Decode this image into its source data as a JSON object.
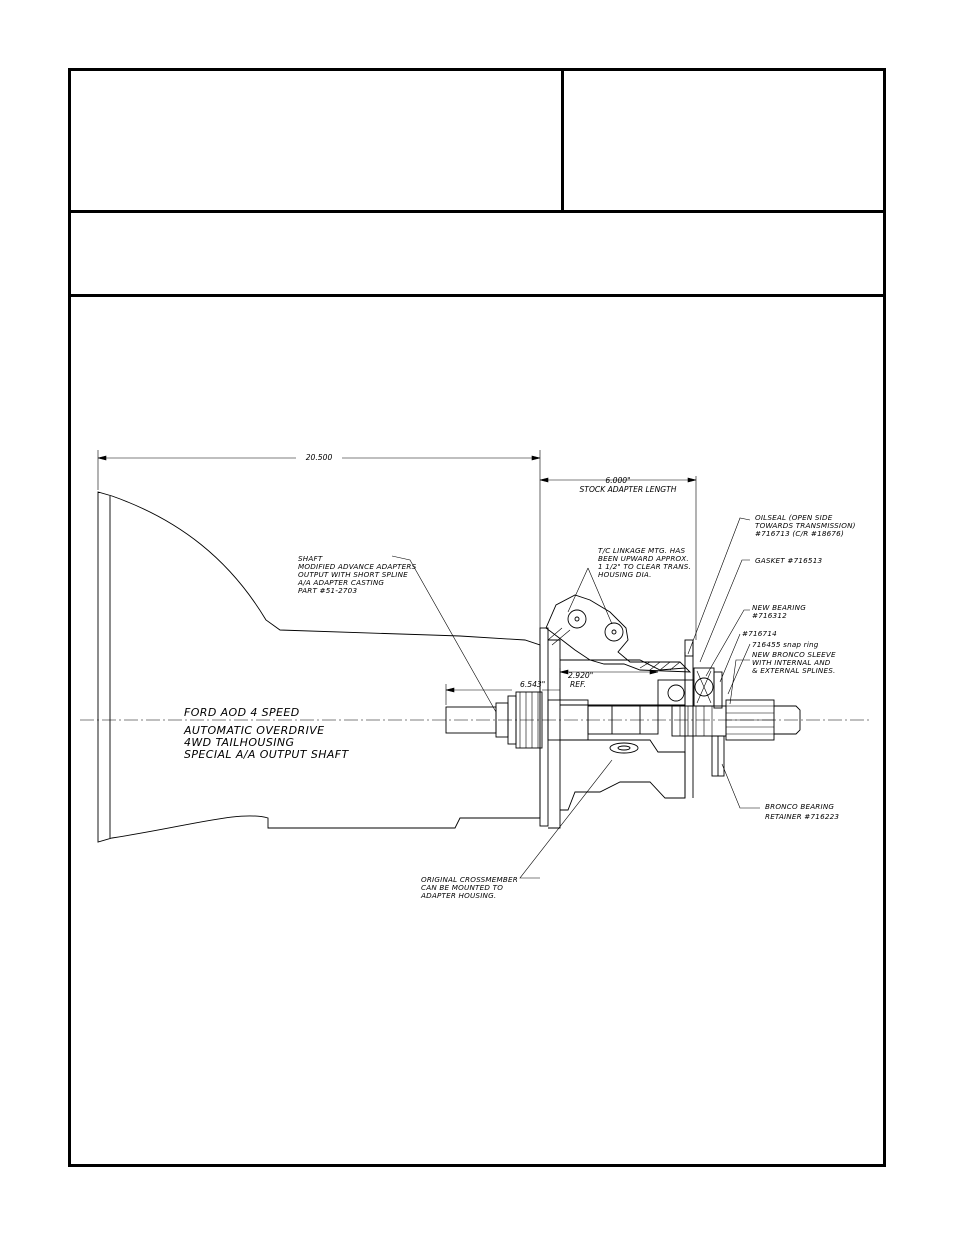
{
  "dimensions": {
    "overall": "20.500",
    "adapter": "6.000\"",
    "adapter_caption": "STOCK ADAPTER LENGTH",
    "shaft": "6.543\"",
    "ref_value": "2.920\"",
    "ref_label": "REF."
  },
  "main_label": {
    "lines": [
      "FORD AOD 4 SPEED",
      "AUTOMATIC OVERDRIVE",
      "4WD TAILHOUSING",
      "SPECIAL A/A OUTPUT SHAFT"
    ]
  },
  "callouts": {
    "shaft": [
      "SHAFT",
      "MODIFIED ADVANCE ADAPTERS",
      "OUTPUT WITH SHORT  SPLINE",
      "A/A  ADAPTER CASTING",
      "PART #51-2703"
    ],
    "linkage": [
      "T/C LINKAGE MTG. HAS",
      "BEEN UPWARD APPROX.",
      "1  1/2\" TO CLEAR TRANS.",
      "HOUSING DIA."
    ],
    "oilseal": [
      "OILSEAL  (OPEN SIDE",
      "TOWARDS TRANSMISSION)",
      "#716713  (C/R #18676)"
    ],
    "gasket": [
      "GASKET #716513"
    ],
    "bearing": [
      "NEW BEARING",
      "#716312"
    ],
    "part716714": [
      "#716714"
    ],
    "snap_ring": [
      "716455  snap ring"
    ],
    "sleeve": [
      "NEW BRONCO SLEEVE",
      "WITH    INTERNAL AND",
      "& EXTERNAL SPLINES."
    ],
    "retainer": [
      "BRONCO BEARING",
      "RETAINER #716223"
    ],
    "crossmember": [
      "ORIGINAL CROSSMEMBER",
      "CAN BE MOUNTED TO",
      "ADAPTER HOUSING."
    ]
  }
}
